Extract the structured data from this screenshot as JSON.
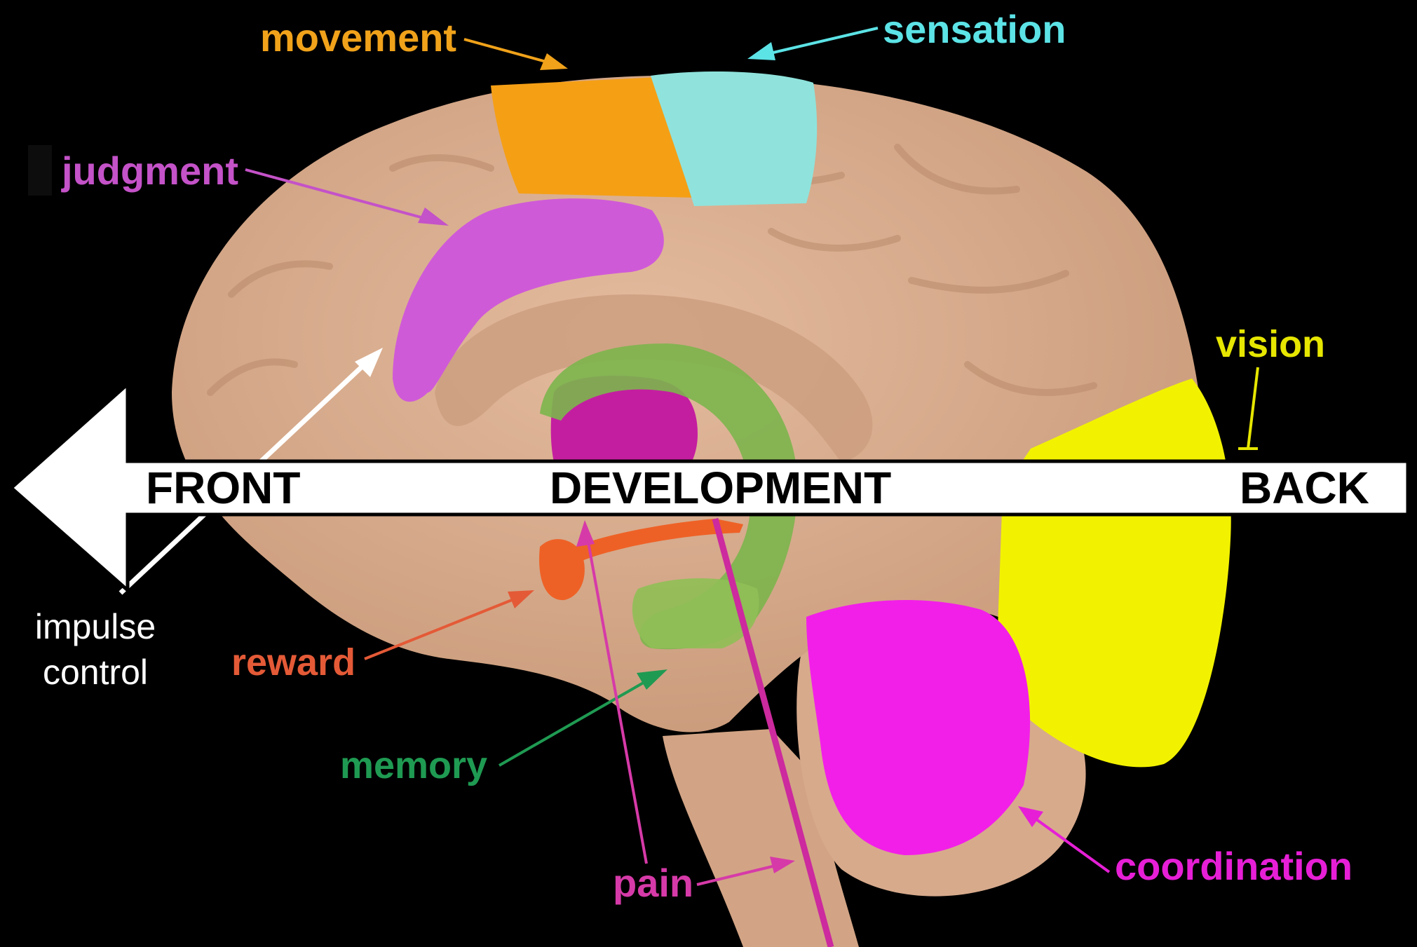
{
  "diagram": {
    "axis": {
      "front_label": "FRONT",
      "middle_label": "DEVELOPMENT",
      "back_label": "BACK"
    },
    "regions": [
      {
        "id": "judgment",
        "label": "judgment",
        "color": "#c452c8"
      },
      {
        "id": "movement",
        "label": "movement",
        "color": "#f0a21a"
      },
      {
        "id": "sensation",
        "label": "sensation",
        "color": "#5ce3e6"
      },
      {
        "id": "vision",
        "label": "vision",
        "color": "#e6e600"
      },
      {
        "id": "reward",
        "label": "reward",
        "color": "#e45a37"
      },
      {
        "id": "memory",
        "label": "memory",
        "color": "#1f9a52"
      },
      {
        "id": "pain",
        "label": "pain",
        "color": "#d63aa8"
      },
      {
        "id": "coordination",
        "label": "coordination",
        "color": "#e61fd6"
      }
    ],
    "impulse_control": "impulse\ncontrol"
  },
  "colors": {
    "background": "#000000",
    "brain": "#d8ab8c",
    "arrow_fill": "#ffffff"
  }
}
